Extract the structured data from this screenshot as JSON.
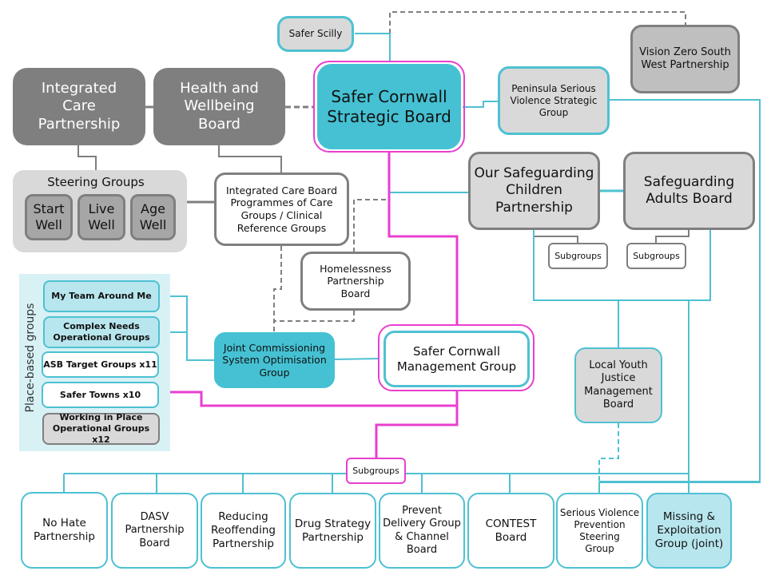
{
  "diagram": {
    "colors": {
      "teal": "#45c1d3",
      "teal_line": "#4ec1d2",
      "magenta": "#e83fcf",
      "dark_grey": "#7f7f7f",
      "light_grey": "#d9d9d9",
      "light_teal": "#b8e6ee",
      "panel_teal": "#d8f1f5"
    },
    "top": {
      "safer_scilly": "Safer Scilly",
      "vision_zero": "Vision Zero South\nWest Partnership",
      "strategic_board": "Safer Cornwall\nStrategic Board",
      "peninsula": "Peninsula Serious\nViolence Strategic\nGroup",
      "integrated_care_partnership": "Integrated\nCare\nPartnership",
      "health_wellbeing_board": "Health and\nWellbeing\nBoard"
    },
    "steering": {
      "title": "Steering Groups",
      "items": [
        "Start\nWell",
        "Live\nWell",
        "Age\nWell"
      ]
    },
    "icb": "Integrated Care Board\nProgrammes of Care\nGroups / Clinical\nReference Groups",
    "homelessness": "Homelessness\nPartnership\nBoard",
    "safeguarding_children": "Our Safeguarding\nChildren\nPartnership",
    "safeguarding_adults": "Safeguarding\nAdults Board",
    "subgroups_label": "Subgroups",
    "place_based": {
      "label": "Place-based groups",
      "items": [
        "My Team Around Me",
        "Complex Needs\nOperational Groups",
        "ASB Target Groups x11",
        "Safer Towns x10",
        "Working in Place\nOperational Groups x12"
      ]
    },
    "jcsog": "Joint Commissioning\nSystem Optimisation\nGroup",
    "management_group": "Safer Cornwall\nManagement Group",
    "youth_justice": "Local Youth\nJustice\nManagement\nBoard",
    "bottom": [
      "No Hate\nPartnership",
      "DASV\nPartnership\nBoard",
      "Reducing\nReoffending\nPartnership",
      "Drug Strategy\nPartnership",
      "Prevent\nDelivery Group\n& Channel\nBoard",
      "CONTEST\nBoard",
      "Serious Violence\nPrevention\nSteering\nGroup",
      "Missing &\nExploitation\nGroup (joint)"
    ]
  }
}
